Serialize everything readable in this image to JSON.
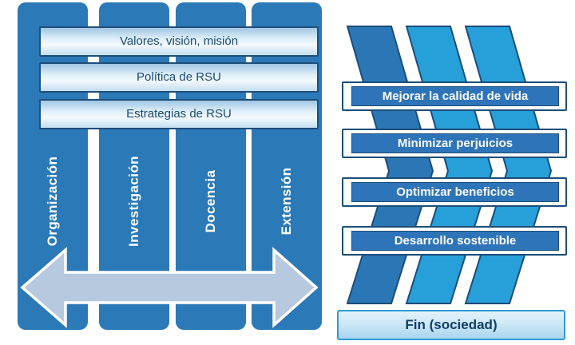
{
  "diagram": {
    "left_panel": {
      "top_bars": [
        {
          "label": "Valores, visión, misión"
        },
        {
          "label": "Política de RSU"
        },
        {
          "label": "Estrategias de RSU"
        }
      ],
      "columns": [
        {
          "label": "Organización"
        },
        {
          "label": "Investigación"
        },
        {
          "label": "Docencia"
        },
        {
          "label": "Extensión"
        }
      ]
    },
    "right_panel": {
      "goal_bars": [
        {
          "label": "Mejorar la calidad de vida"
        },
        {
          "label": "Minimizar perjuicios"
        },
        {
          "label": "Optimizar beneficios"
        },
        {
          "label": "Desarrollo sostenible"
        }
      ],
      "fin_bar": {
        "label": "Fin (sociedad)"
      }
    },
    "colors": {
      "column_blue": "#2b79b7",
      "stripe_dark_blue": "#2b77b5",
      "stripe_light_blue": "#279fd8",
      "navy_border": "#1c4d78",
      "goal_bar_fill": "#2e74b8",
      "arrow_fill": "#b7c9de",
      "fin_border": "#2e9ad5",
      "text_navy": "#1f4e79"
    }
  }
}
